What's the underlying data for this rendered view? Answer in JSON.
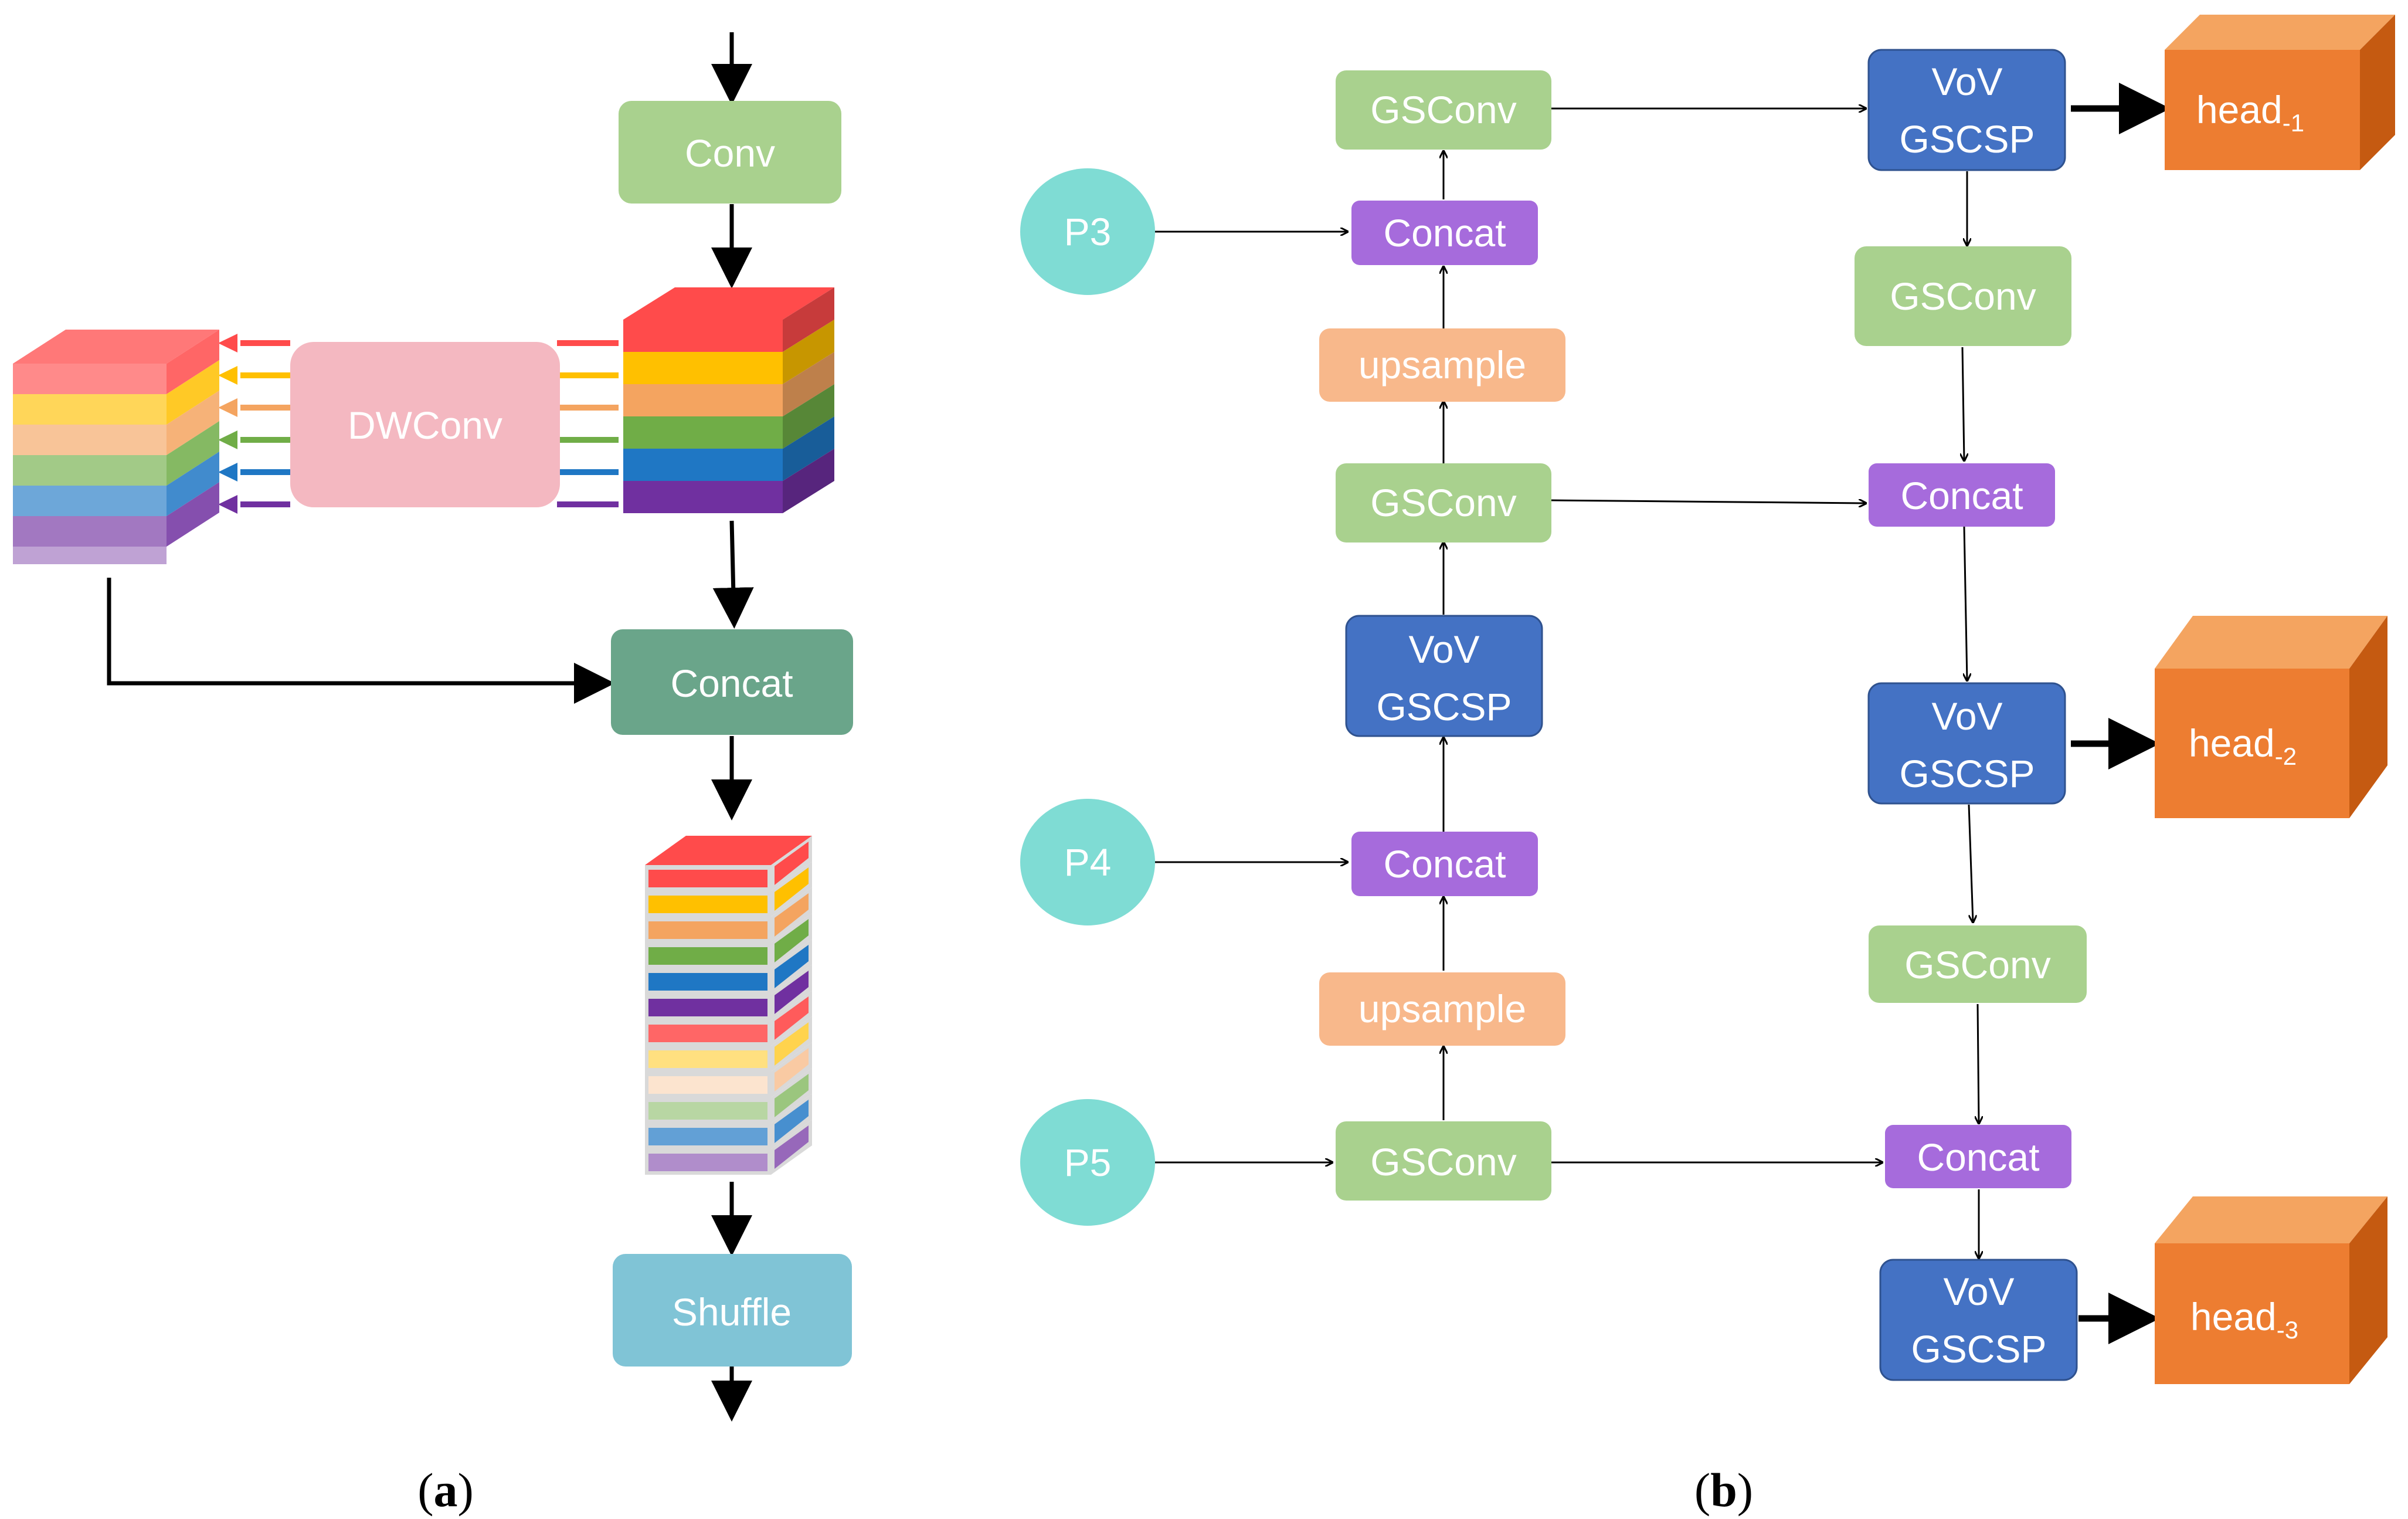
{
  "panel_a": {
    "conv_label": "Conv",
    "dwconv_label": "DWConv",
    "concat_label": "Concat",
    "shuffle_label": "Shuffle",
    "caption_open": "(",
    "caption_letter": "a",
    "caption_close": ")",
    "colors": {
      "conv": "#a9d18e",
      "dwconv": "#f4b8c1",
      "concat": "#6aa58a",
      "shuffle": "#80c4d6",
      "layers": [
        "#ff4b4b",
        "#ffc000",
        "#f4a460",
        "#70ad47",
        "#1f77c4",
        "#7030a0"
      ]
    }
  },
  "panel_b": {
    "inputs": [
      "P3",
      "P4",
      "P5"
    ],
    "gsconv_label": "GSConv",
    "concat_label": "Concat",
    "upsample_label": "upsample",
    "vov_line1": "VoV",
    "vov_line2": "GSCSP",
    "head_text": "head",
    "head_subs": [
      "-1",
      "-2",
      "-3"
    ],
    "caption_open": "(",
    "caption_letter": "b",
    "caption_close": ")",
    "colors": {
      "gsconv": "#a9d18e",
      "concat": "#a66bdc",
      "upsample": "#f8b88b",
      "vov": "#4472c4",
      "head": "#ed7d31",
      "input": "#7fdcd4"
    }
  }
}
